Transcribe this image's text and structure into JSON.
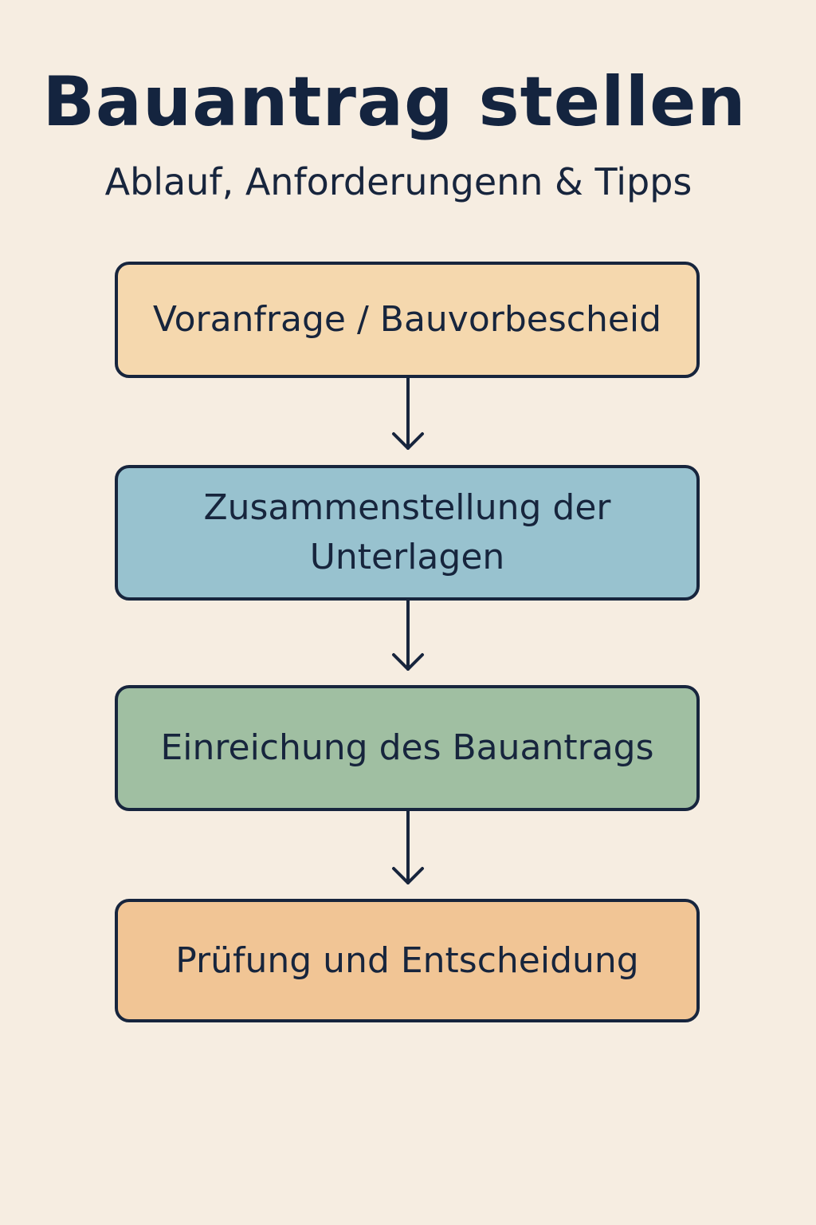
{
  "header": {
    "title": "Bauantrag stellen",
    "subtitle": "Ablauf, Anforderungenn & Tipps"
  },
  "steps": [
    {
      "label": "Voranfrage / Bauvorbescheid",
      "color": "#f5d8ae"
    },
    {
      "label": "Zusammenstellung der Unterlagen",
      "color": "#98c2cf"
    },
    {
      "label": "Einreichung des Bauantrags",
      "color": "#a0bfa2"
    },
    {
      "label": "Prüfung und Entscheidung",
      "color": "#f1c595"
    }
  ],
  "colors": {
    "background": "#f6ede1",
    "outline": "#17253d",
    "text": "#17253d"
  }
}
